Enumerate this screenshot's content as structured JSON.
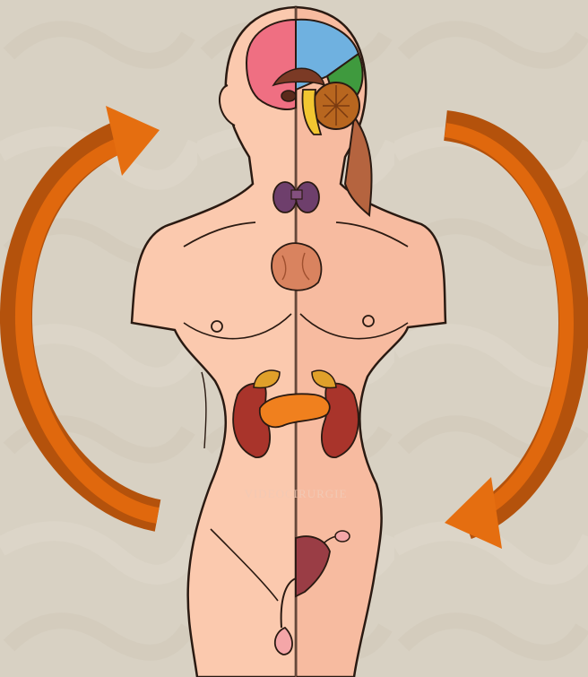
{
  "diagram": {
    "watermark": "VIDEOCIRURGIE",
    "colors": {
      "background": "#d8d1c3",
      "skin_left": "#fbc9ae",
      "skin_right": "#f7bba0",
      "outline": "#2a1a12",
      "arrow_light": "#e0680d",
      "arrow_dark": "#b4520c",
      "brain_frontal": "#ef6f82",
      "brain_parietal": "#6fb1e0",
      "brain_occipital": "#3f9a3e",
      "hypothalamus": "#f2c631",
      "thyroid": "#6e3f6c",
      "thymus": "#d9835f",
      "kidney": "#a9342b",
      "pancreas": "#f0801e",
      "adrenal": "#e0a02a",
      "uterus": "#9a3d45"
    },
    "organs": [
      {
        "name": "brain"
      },
      {
        "name": "pituitary"
      },
      {
        "name": "thyroid"
      },
      {
        "name": "thymus"
      },
      {
        "name": "adrenal-glands"
      },
      {
        "name": "kidneys"
      },
      {
        "name": "pancreas"
      },
      {
        "name": "ovary-uterus"
      },
      {
        "name": "testis"
      }
    ],
    "arrows": [
      {
        "name": "left-cycle-arrow",
        "direction": "up"
      },
      {
        "name": "right-cycle-arrow",
        "direction": "down"
      }
    ]
  }
}
